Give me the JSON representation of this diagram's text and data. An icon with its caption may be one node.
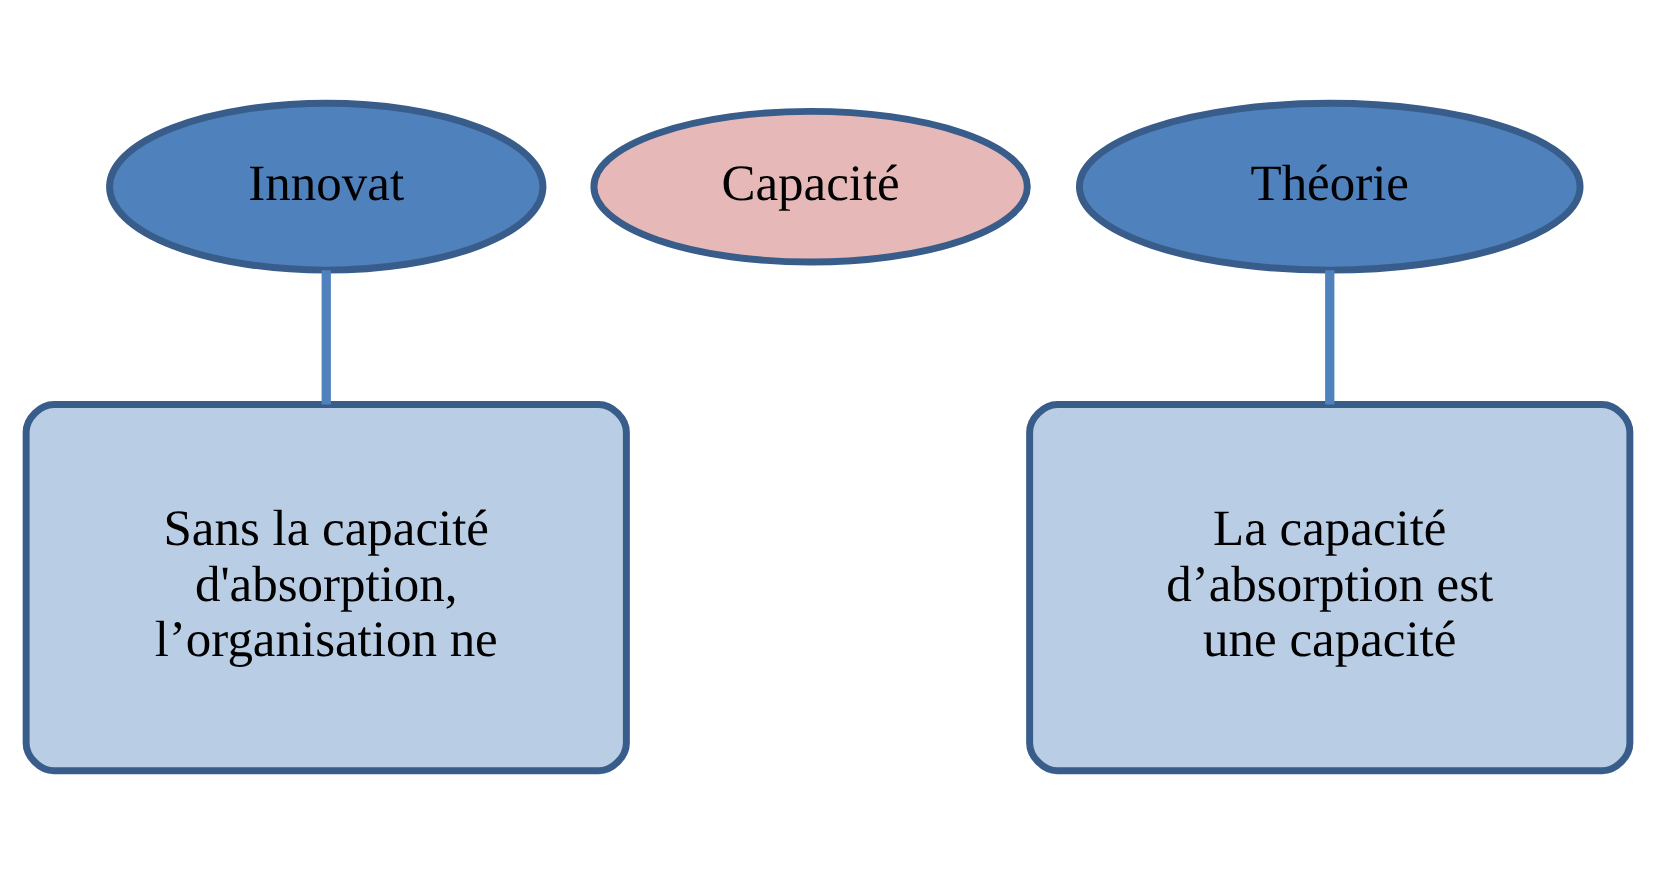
{
  "diagram": {
    "nodes": [
      {
        "text": [
          "Innovat"
        ]
      },
      {
        "text": [
          "Capacité"
        ]
      },
      {
        "text": [
          "Théorie"
        ]
      },
      {
        "text": [
          "Sans la capacité d'absorption, l’organisation ne"
        ]
      },
      {
        "text": [
          "La capacité d’absorption est une capacité"
        ]
      }
    ],
    "edges": [
      {
        "from": 0,
        "to": 3,
        "arrow": "none"
      },
      {
        "from": 2,
        "to": 4,
        "arrow": "none"
      }
    ]
  }
}
